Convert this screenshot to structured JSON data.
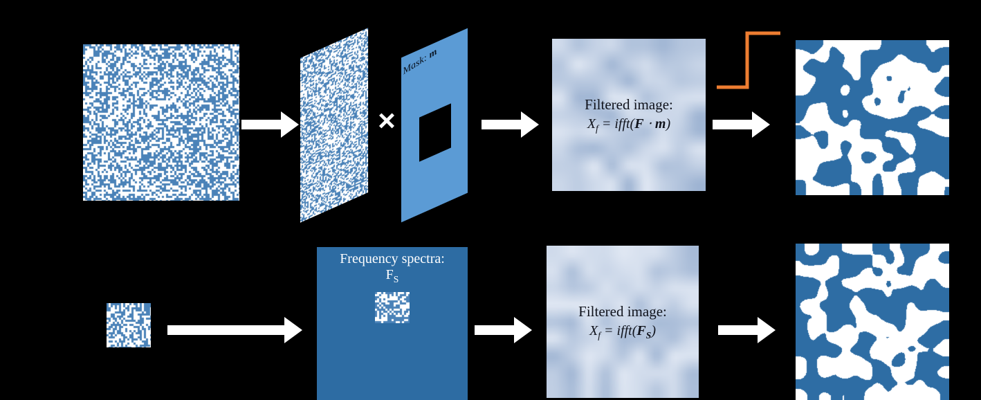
{
  "colors": {
    "background": "#000000",
    "noise_blue": "#4a82b8",
    "noise_white": "#ffffff",
    "binary_blue": "#2e6da4",
    "binary_white": "#ffffff",
    "mask_blue": "#5b9bd5",
    "mask_hole": "#000000",
    "spectra_bg": "#2d6ca3",
    "filtered_light": "#e2e9f4",
    "filtered_dark": "#9db3d2",
    "arrow_fill": "#ffffff",
    "step_orange": "#ed7d31",
    "label_dark": "#10131c",
    "label_light": "#ffffff"
  },
  "top_row": {
    "mask_label_prefix": "Mask: ",
    "mask_label_var": "m",
    "multiply_symbol": "×",
    "filtered_title": "Filtered image:",
    "formula": {
      "X": "X",
      "sub": "f",
      "mid": " = ifft(",
      "F": "F",
      "dot": " ⋅ ",
      "m": "m",
      "close": ")"
    }
  },
  "bottom_row": {
    "spectra_title": "Frequency spectra:",
    "spectra_var": "F",
    "spectra_sub": "S",
    "filtered_title": "Filtered image:",
    "formula": {
      "X": "X",
      "sub": "f",
      "mid": " = ifft(",
      "F": "F",
      "subF": "S",
      "close": ")"
    }
  }
}
